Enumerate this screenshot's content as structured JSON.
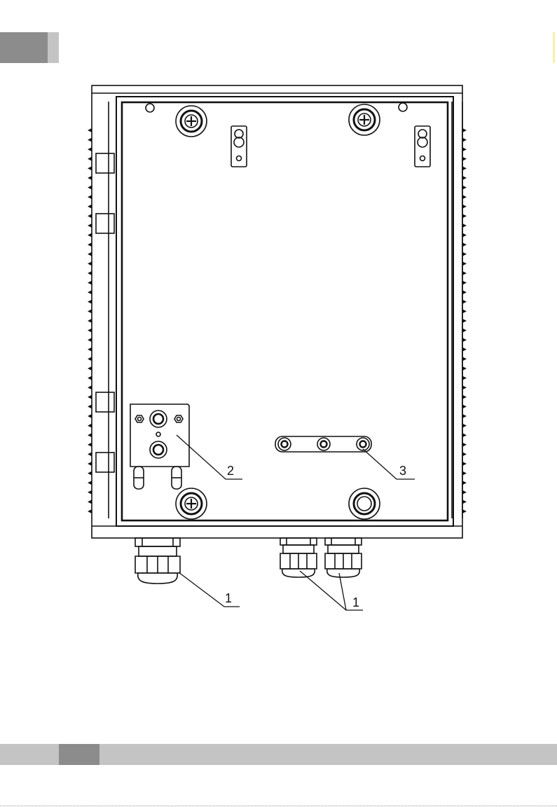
{
  "colors": {
    "header_dark": "#8c8c8c",
    "header_light": "#c4c4c4",
    "footer_light": "#c4c4c4",
    "footer_dark": "#8c8c8c",
    "corner_mark": "#f4f0a8",
    "line": "#111111"
  },
  "callouts": {
    "gland_left": "1",
    "bracket": "2",
    "ground_bar": "3",
    "glands_right": "1"
  }
}
